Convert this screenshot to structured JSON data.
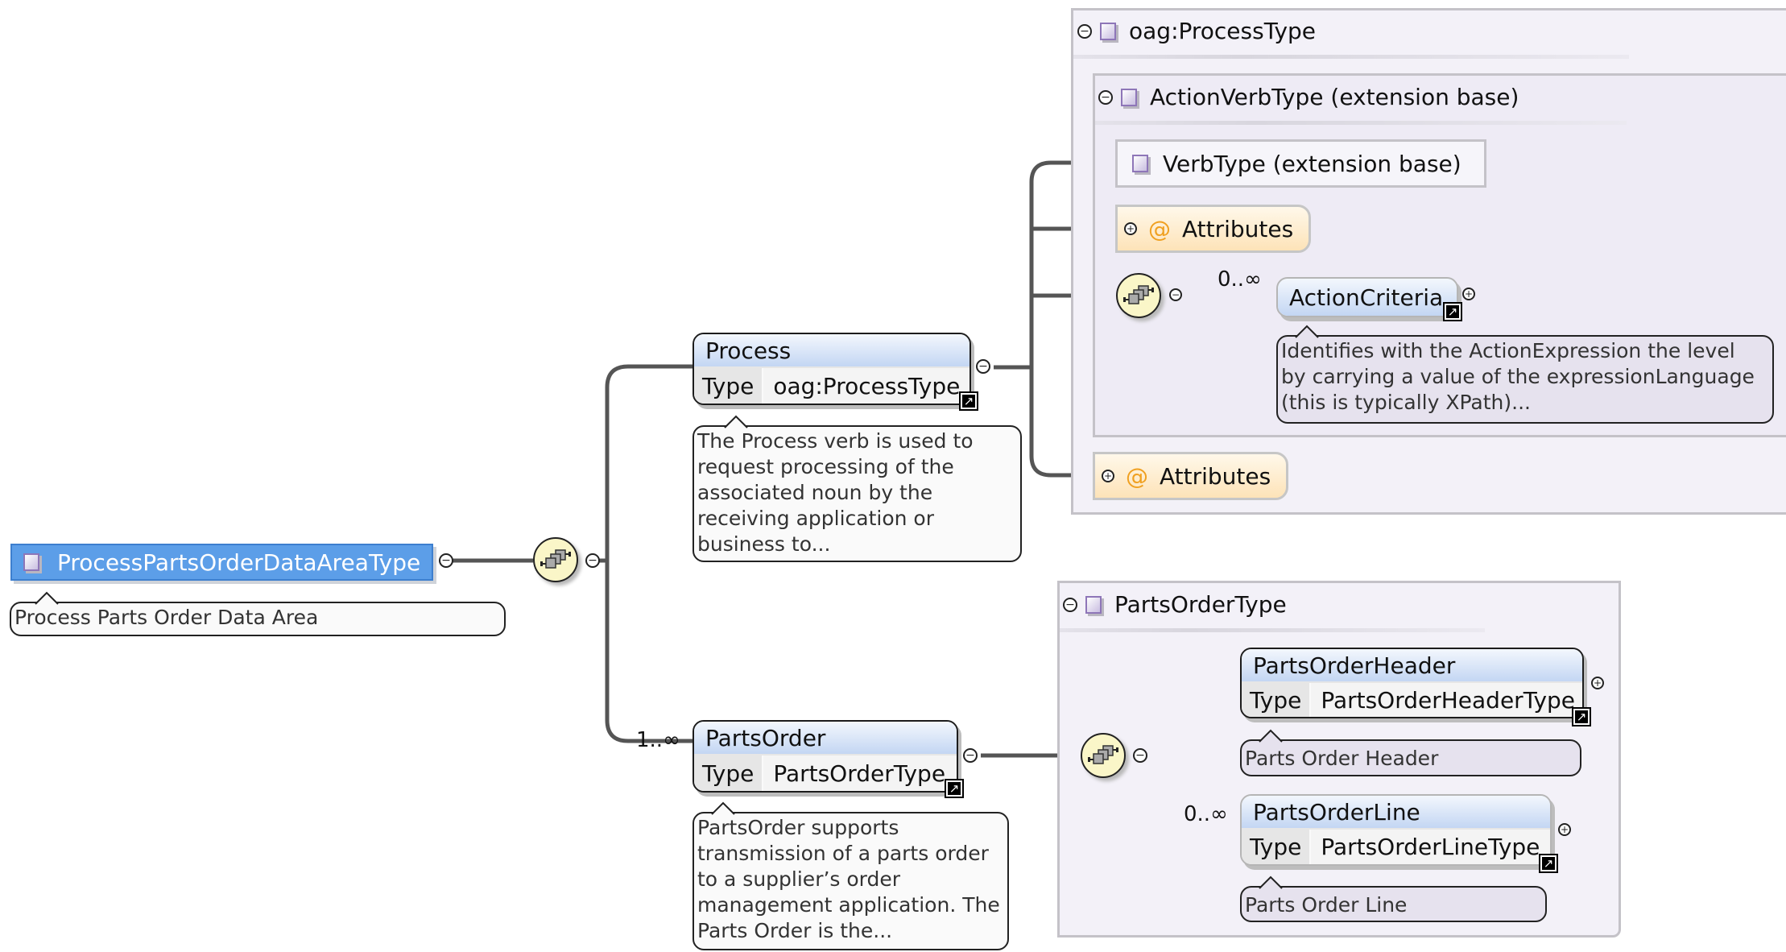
{
  "root": {
    "name": "ProcessPartsOrderDataAreaType",
    "description": "Process Parts Order Data Area",
    "icon": "complex-type-icon"
  },
  "process": {
    "name": "Process",
    "type_key": "Type",
    "type_value": "oag:ProcessType",
    "description_lines": [
      "The Process verb is used to",
      "request processing of the",
      "associated noun by the",
      "receiving application or",
      "business to..."
    ]
  },
  "parts_order": {
    "name": "PartsOrder",
    "cardinality": "1..∞",
    "type_key": "Type",
    "type_value": "PartsOrderType",
    "description_lines": [
      "PartsOrder supports",
      "transmission of a parts order",
      "to a supplier’s order",
      "management application. The",
      "Parts Order is the..."
    ]
  },
  "process_type": {
    "title": "oag:ProcessType",
    "action_verb_type": {
      "title": "ActionVerbType (extension base)",
      "verb_type": "VerbType (extension base)",
      "attributes_label": "Attributes",
      "action_criteria": {
        "name": "ActionCriteria",
        "cardinality": "0..∞",
        "description_lines": [
          "Identifies with the ActionExpression the level",
          "by carrying a value of the expressionLanguage",
          "(this is typically XPath)..."
        ]
      }
    },
    "attributes_label": "Attributes"
  },
  "parts_order_type": {
    "title": "PartsOrderType",
    "header": {
      "name": "PartsOrderHeader",
      "type_key": "Type",
      "type_value": "PartsOrderHeaderType",
      "description": "Parts Order Header"
    },
    "line": {
      "name": "PartsOrderLine",
      "cardinality": "0..∞",
      "type_key": "Type",
      "type_value": "PartsOrderLineType",
      "description": "Parts Order Line"
    }
  },
  "symbols": {
    "at": "@",
    "collapse": "−",
    "expand": "+",
    "link": "↗"
  },
  "colors": {
    "root_fill": "#5c9ee8",
    "element_header": "#c3d6f3",
    "sequence_fill": "#faf6c8",
    "attributes_fill": "#fde3b8",
    "type_container": "#f3f1f8"
  }
}
